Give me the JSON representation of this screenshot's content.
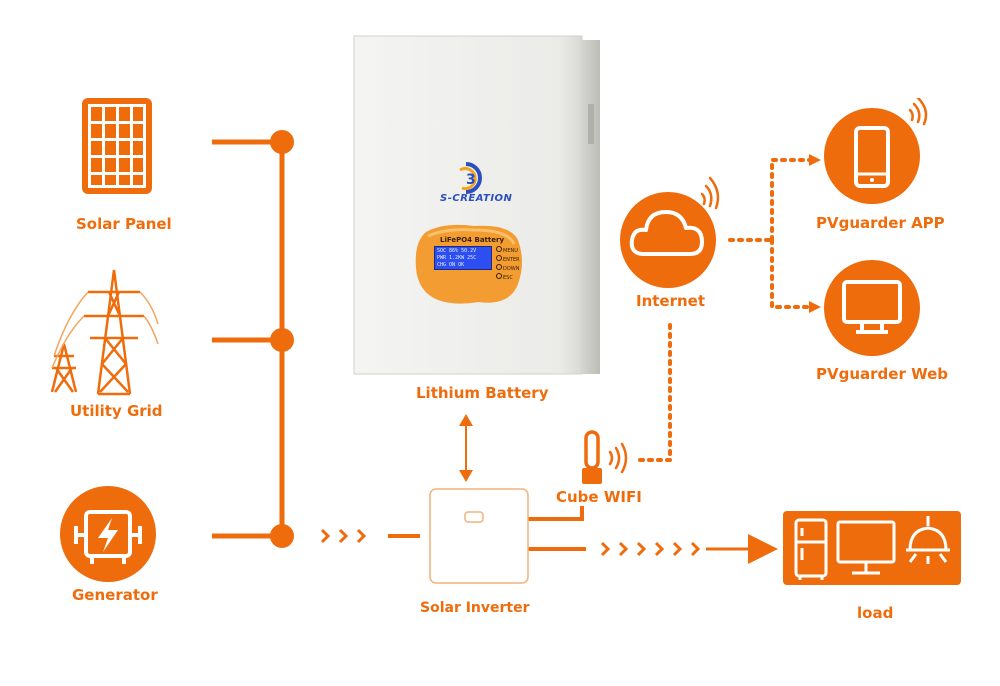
{
  "colors": {
    "accent": "#ef6c0c",
    "accent_light": "#f7a35a",
    "battery_body": "#efefed",
    "inverter_stroke": "#f3b27a",
    "lcd": "#2d4ff2"
  },
  "labels": {
    "solar_panel": "Solar Panel",
    "utility_grid": "Utility Grid",
    "generator": "Generator",
    "lithium_battery": "Lithium Battery",
    "solar_inverter": "Solar Inverter",
    "cube_wifi": "Cube WIFI",
    "internet": "Internet",
    "app": "PVguarder  APP",
    "web": "PVguarder  Web",
    "load": "load"
  },
  "battery": {
    "brand": "S-CREATION",
    "panel_title": "LiFePO4 Battery",
    "lcd_lines": [
      "SOC 86%  50.2V",
      "PWR 1.2KW  25C",
      "CHG  ON   OK"
    ],
    "buttons": [
      "MENU",
      "ENTER",
      "DOWN",
      "ESC"
    ]
  },
  "icons": {
    "solar_panel": "solar-panel-icon",
    "utility_grid": "power-tower-icon",
    "generator": "generator-icon",
    "internet": "cloud-icon",
    "app": "smartphone-icon",
    "web": "monitor-icon",
    "wifi_device": "wifi-dongle-icon",
    "load": "appliances-icon",
    "signal": "wifi-signal-icon"
  }
}
